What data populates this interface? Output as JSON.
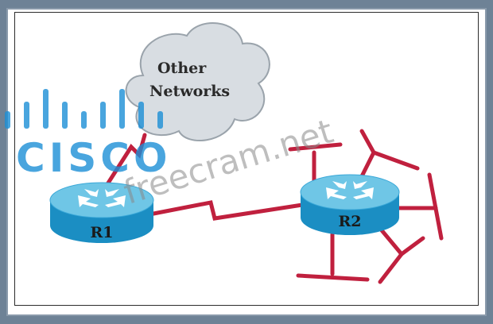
{
  "cloud": {
    "line1": "Other",
    "line2": "Networks"
  },
  "routers": {
    "r1_label": "R1",
    "r2_label": "R2"
  },
  "watermarks": {
    "logo_text": "CISCO",
    "site_text": "freecram.net"
  },
  "colors": {
    "link": "#c0203e",
    "router_top": "#6fc6e6",
    "router_side": "#1b8ec3",
    "cloud_fill": "#d8dde2",
    "cloud_stroke": "#9aa3ab",
    "background": "#6e8296",
    "logo_blue": "#1c8fd6"
  }
}
